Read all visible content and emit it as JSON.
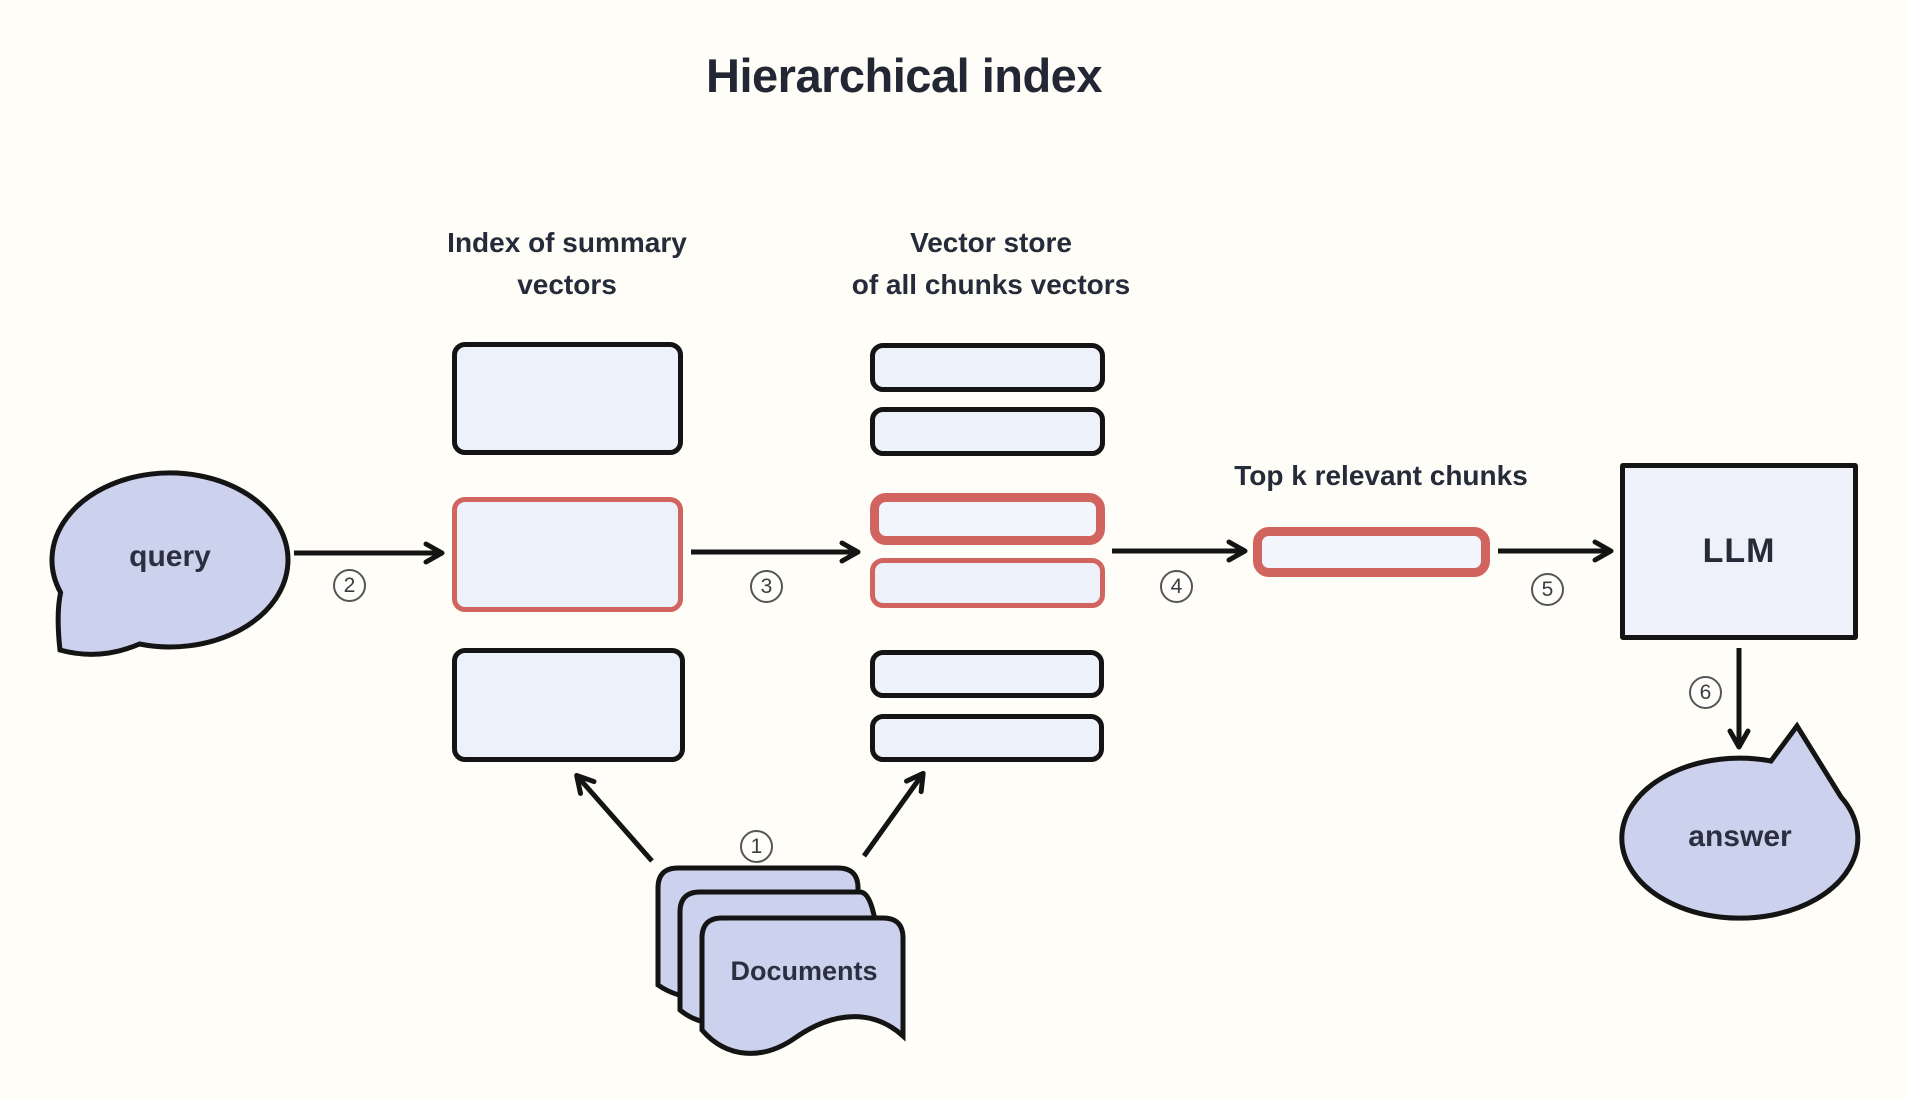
{
  "title": "Hierarchical index",
  "columns": {
    "summary_index": {
      "label_lines": [
        "Index of summary",
        "vectors"
      ],
      "boxes": [
        {
          "highlighted": false
        },
        {
          "highlighted": true
        },
        {
          "highlighted": false
        }
      ]
    },
    "vector_store": {
      "label_lines": [
        "Vector store",
        "of all chunks vectors"
      ],
      "boxes": [
        {
          "highlighted": false
        },
        {
          "highlighted": false
        },
        {
          "highlighted": true
        },
        {
          "highlighted": true
        },
        {
          "highlighted": false
        },
        {
          "highlighted": false
        }
      ]
    }
  },
  "nodes": {
    "query": "query",
    "top_k_label": "Top k relevant chunks",
    "llm": "LLM",
    "answer": "answer",
    "documents": "Documents"
  },
  "steps": [
    "1",
    "2",
    "3",
    "4",
    "5",
    "6"
  ],
  "colors": {
    "background": "#fffdf8",
    "box_fill": "#edf1f9",
    "bubble_fill": "#ccd1ed",
    "highlight_red": "#d2645f",
    "stroke_black": "#141414",
    "text_dark": "#252b39"
  }
}
